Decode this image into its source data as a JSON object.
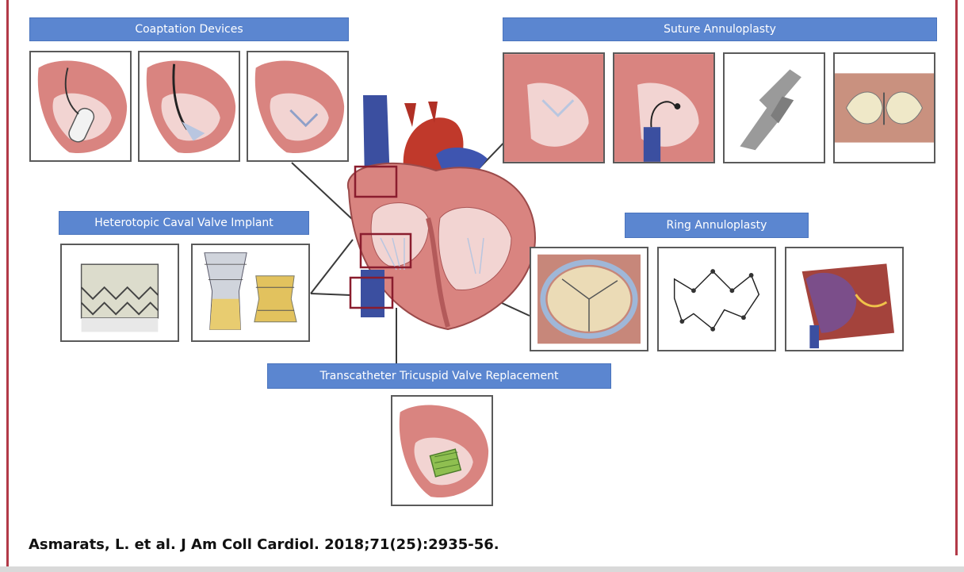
{
  "labels": {
    "coaptation": "Coaptation Devices",
    "suture": "Suture Annuloplasty",
    "heterotopic": "Heterotopic Caval Valve Implant",
    "ring": "Ring Annuloplasty",
    "transcatheter": "Transcatheter Tricuspid Valve Replacement"
  },
  "citation": "Asmarats, L. et al. J Am Coll Cardiol. 2018;71(25):2935-56.",
  "colors": {
    "label_bg": "#5b86d0",
    "frame": "#b23a48",
    "highlight_box": "#8a1d2e",
    "connector": "#3a3a3a"
  },
  "icons": [
    "heart-section-icon",
    "coaptation-spacer-icon",
    "suture-device-icon",
    "stent-valve-icon",
    "annuloplasty-ring-icon",
    "transcatheter-valve-icon"
  ]
}
